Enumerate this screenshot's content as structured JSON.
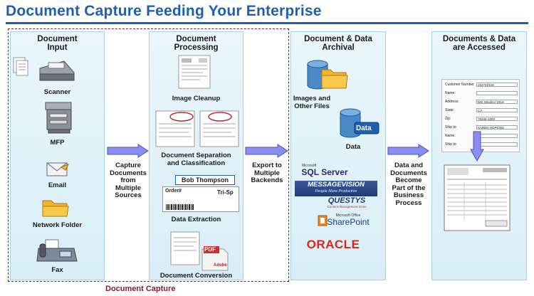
{
  "title": "Document Capture Feeding Your Enterprise",
  "capture_label": "Document Capture",
  "panels": {
    "input": {
      "title_line1": "Document",
      "title_line2": "Input",
      "items": [
        "Scanner",
        "MFP",
        "Email",
        "Network Folder",
        "Fax"
      ]
    },
    "processing": {
      "title_line1": "Document",
      "title_line2": "Processing",
      "items": {
        "cleanup": "Image Cleanup",
        "separation_line1": "Document Separation",
        "separation_line2": "and Classification",
        "extraction": "Data Extraction",
        "conversion": "Document Conversion"
      },
      "bob_label": "Bob Thompson",
      "order_label": "Order#",
      "trisp_label": "Tri-Sp",
      "pdf_label": "PDF",
      "adobe_label": "Adobe"
    },
    "archival": {
      "title_line1": "Document & Data",
      "title_line2": "Archival",
      "images_line1": "Images and",
      "images_line2": "Other Files",
      "data_badge": "Data",
      "data_label": "Data"
    },
    "accessed": {
      "title_line1": "Documents & Data",
      "title_line2": "are Accessed",
      "form_fields": [
        {
          "label": "Customer Number",
          "value": "15274234S"
        },
        {
          "label": "Name:",
          "value": ""
        },
        {
          "label": "Address:",
          "value": "500 Windsor Drive"
        },
        {
          "label": "State:",
          "value": "CA"
        },
        {
          "label": "Zip:",
          "value": "78345-3300"
        },
        {
          "label": "Ship to:",
          "value": "KAREN HOPKINS"
        },
        {
          "label": "Name:",
          "value": ""
        },
        {
          "label": "Ship to:",
          "value": ""
        }
      ]
    }
  },
  "flows": {
    "capture": [
      "Capture",
      "Documents",
      "from",
      "Multiple",
      "Sources"
    ],
    "export": [
      "Export to",
      "Multiple",
      "Backends"
    ],
    "business": [
      "Data and",
      "Documents",
      "Become",
      "Part of the",
      "Business",
      "Process"
    ]
  },
  "vendors": {
    "sql_top": "Microsoft",
    "sql_main": "SQL Server",
    "mv_main": "MESSAGEVISION",
    "mv_tag": "People More Productive",
    "questys_main": "QUESTYS",
    "questys_tag": "Content Management Done",
    "sp_top": "Microsoft Office",
    "sp_main": "SharePoint",
    "oracle": "ORACLE"
  },
  "colors": {
    "title": "#1f5fb0",
    "capture_border": "#8b1a2f",
    "arrow": "#8a8ef0",
    "panel": "#dff1f8",
    "oracle": "#e2231a"
  }
}
